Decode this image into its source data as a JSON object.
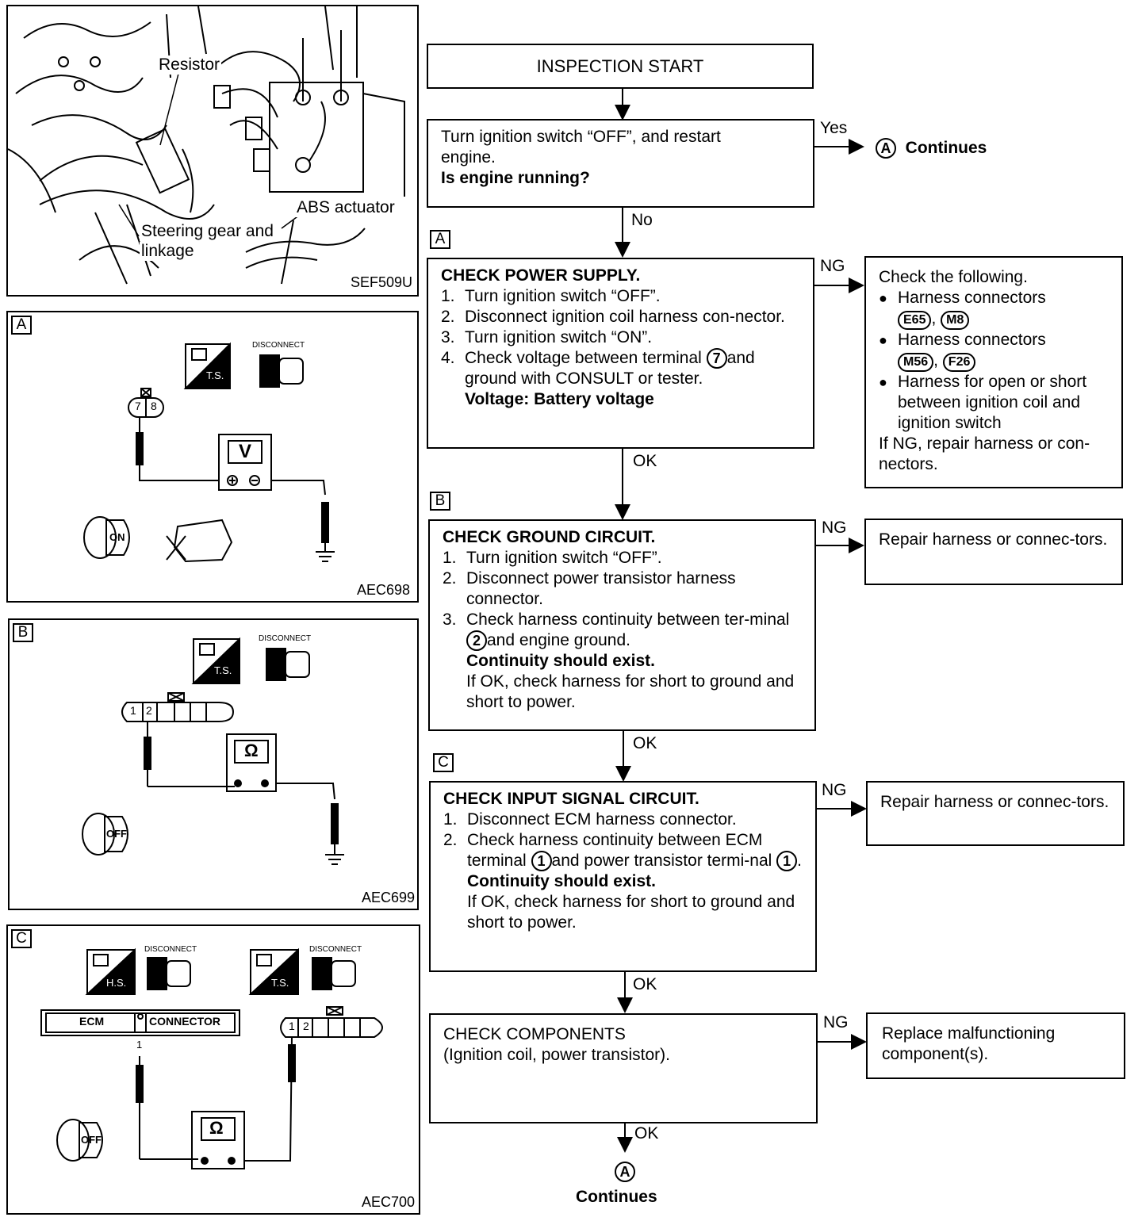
{
  "photo_panel": {
    "labels": [
      "Resistor",
      "ABS actuator",
      "Steering gear and",
      "linkage"
    ],
    "code": "SEF509U"
  },
  "panel_a": {
    "tag": "A",
    "code": "AEC698",
    "connector_pins": [
      "7",
      "8"
    ],
    "meter": "V",
    "ts": "T.S.",
    "disconnect": "DISCONNECT",
    "key": "ON"
  },
  "panel_b": {
    "tag": "B",
    "code": "AEC699",
    "connector_pins": [
      "1",
      "2"
    ],
    "meter": "Ω",
    "ts": "T.S.",
    "disconnect": "DISCONNECT",
    "key": "OFF"
  },
  "panel_c": {
    "tag": "C",
    "code": "AEC700",
    "connector_pins": [
      "1",
      "2"
    ],
    "meter": "Ω",
    "hs": "H.S.",
    "ts": "T.S.",
    "disconnect": "DISCONNECT",
    "key": "OFF",
    "ecm_left": "ECM",
    "ecm_right": "CONNECTOR",
    "ecm_pin": "1"
  },
  "flow": {
    "start": "INSPECTION START",
    "step0": {
      "line1": "Turn ignition switch “OFF”, and restart",
      "line2": "engine.",
      "question": "Is engine running?",
      "yes": "Yes",
      "yes_target": "A",
      "yes_text": "Continues",
      "no": "No"
    },
    "stepA": {
      "tag": "A",
      "title": "CHECK POWER SUPPLY.",
      "items": [
        {
          "n": "1.",
          "t": "Turn ignition switch “OFF”."
        },
        {
          "n": "2.",
          "t": "Disconnect ignition coil harness con-nector."
        },
        {
          "n": "3.",
          "t": "Turn ignition switch “ON”."
        }
      ],
      "item4_n": "4.",
      "item4_a": "Check voltage between terminal",
      "item4_pin": "7",
      "item4_b": "and ground with CONSULT or tester.",
      "spec": "Voltage: Battery voltage",
      "ng": "NG",
      "ok": "OK",
      "ng_box": {
        "title": "Check the following.",
        "b1": "Harness connectors",
        "b1_c1": "E65",
        "b1_c2": "M8",
        "b2": "Harness connectors",
        "b2_c1": "M56",
        "b2_c2": "F26",
        "b3": "Harness for open or short between ignition coil and ignition switch",
        "tail": "If NG, repair harness or con-nectors."
      }
    },
    "stepB": {
      "tag": "B",
      "title": "CHECK GROUND CIRCUIT.",
      "items": [
        {
          "n": "1.",
          "t": "Turn ignition switch “OFF”."
        },
        {
          "n": "2.",
          "t": "Disconnect power transistor harness connector."
        }
      ],
      "item3_n": "3.",
      "item3_a": "Check harness continuity between ter-minal",
      "item3_pin": "2",
      "item3_b": "and engine ground.",
      "spec": "Continuity should exist.",
      "tail": "If OK, check harness for short to ground and short to power.",
      "ng": "NG",
      "ok": "OK",
      "ng_box": "Repair harness or connec-tors."
    },
    "stepC": {
      "tag": "C",
      "title": "CHECK INPUT SIGNAL CIRCUIT.",
      "items": [
        {
          "n": "1.",
          "t": "Disconnect ECM harness connector."
        }
      ],
      "item2_n": "2.",
      "item2_a": "Check harness continuity between ECM terminal",
      "item2_pin1": "1",
      "item2_b": "and power transistor termi-nal",
      "item2_pin2": "1",
      "item2_c": ".",
      "spec": "Continuity should exist.",
      "tail": "If OK, check harness for short to ground and short to power.",
      "ng": "NG",
      "ok": "OK",
      "ng_box": "Repair harness or connec-tors."
    },
    "stepD": {
      "title": "CHECK COMPONENTS",
      "sub": "(Ignition coil, power transistor).",
      "ng": "NG",
      "ok": "OK",
      "ng_box": "Replace malfunctioning component(s)."
    },
    "end": {
      "target": "A",
      "text": "Continues"
    }
  }
}
